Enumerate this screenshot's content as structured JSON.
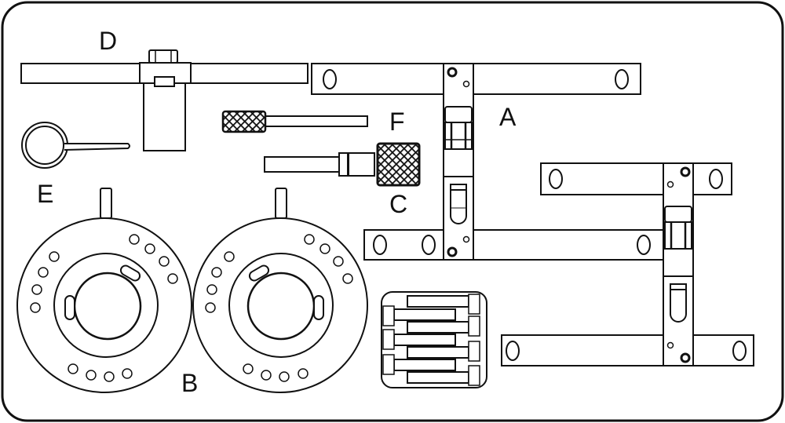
{
  "labels": {
    "a": "A",
    "b": "B",
    "c": "C",
    "d": "D",
    "e": "E",
    "f": "F"
  },
  "colors": {
    "line": "#111111",
    "background": "#ffffff"
  }
}
